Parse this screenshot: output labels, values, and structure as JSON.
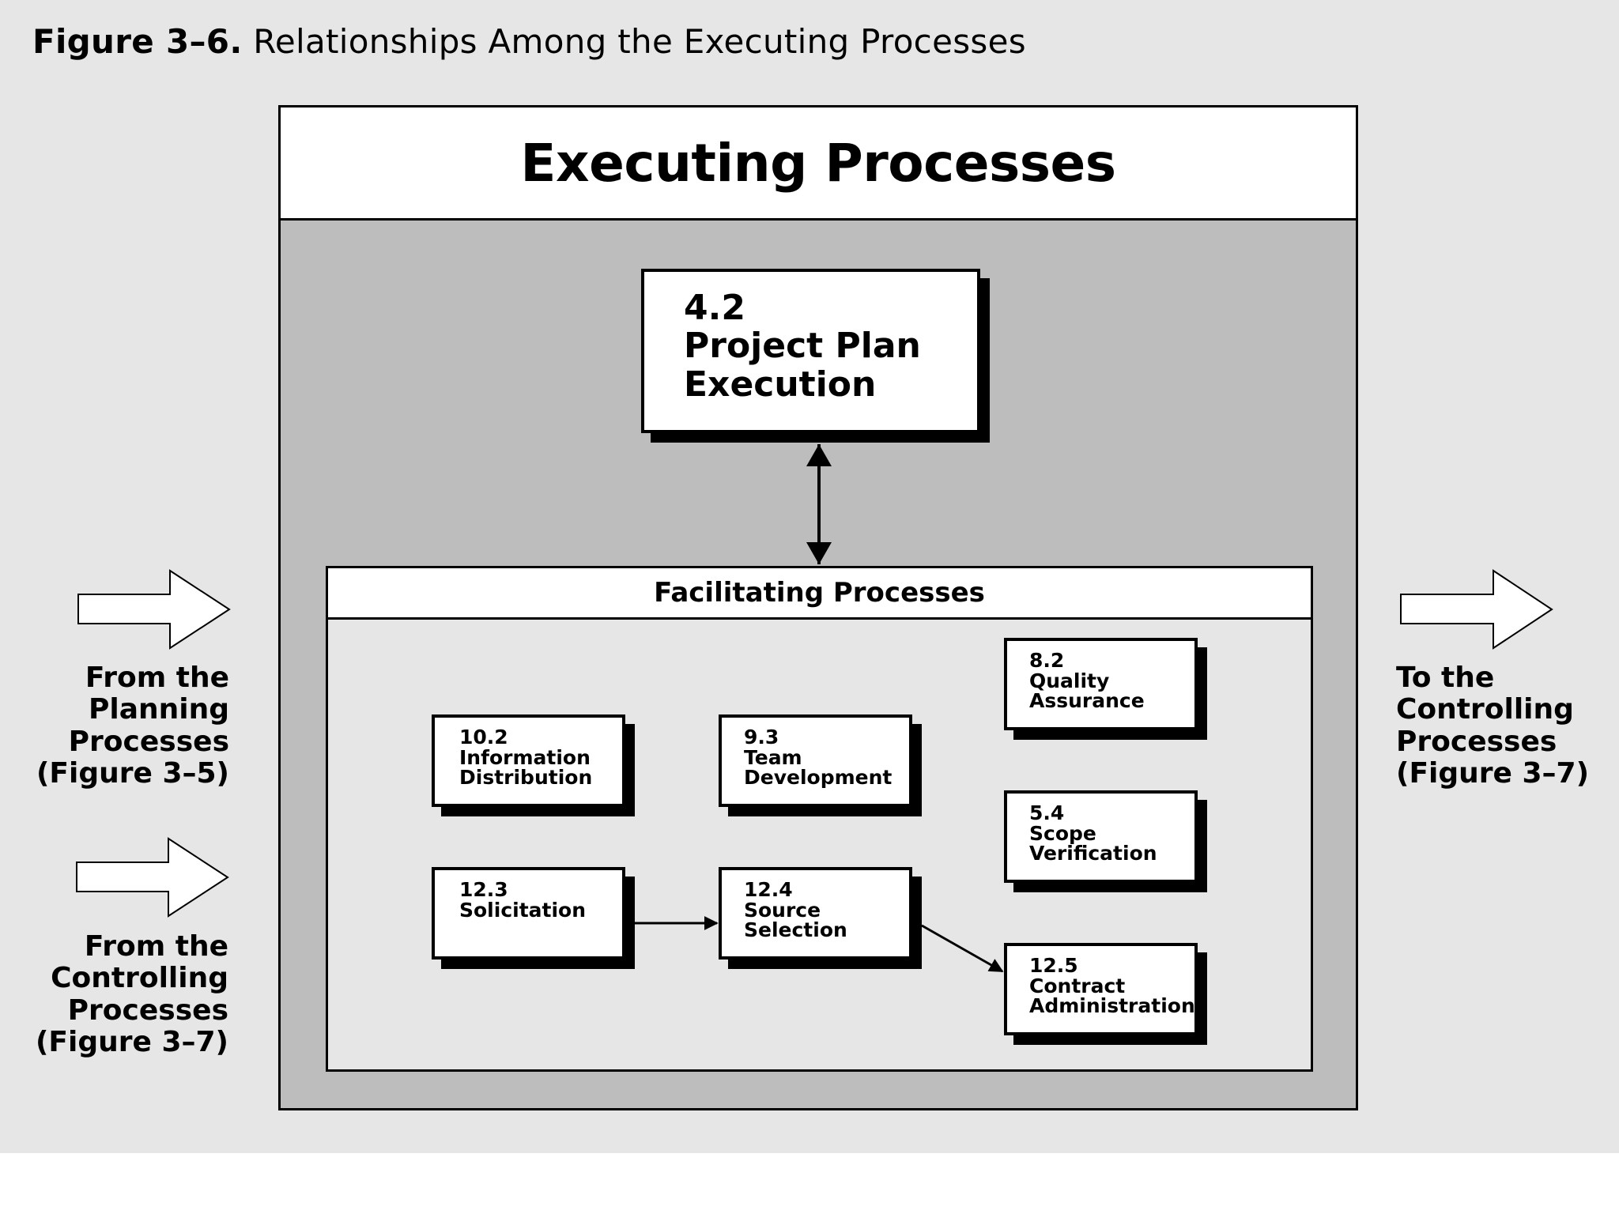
{
  "caption": {
    "figure_number": "Figure 3–6.",
    "title": "Relationships Among the Executing Processes"
  },
  "executing": {
    "title": "Executing Processes",
    "core_process": {
      "number": "4.2",
      "name_line1": "Project Plan",
      "name_line2": "Execution"
    }
  },
  "facilitating": {
    "title": "Facilitating Processes",
    "processes": [
      {
        "number": "10.2",
        "line1": "Information",
        "line2": "Distribution"
      },
      {
        "number": "9.3",
        "line1": "Team",
        "line2": "Development"
      },
      {
        "number": "8.2",
        "line1": "Quality",
        "line2": "Assurance"
      },
      {
        "number": "5.4",
        "line1": "Scope",
        "line2": "Verification"
      },
      {
        "number": "12.3",
        "line1": "Solicitation",
        "line2": ""
      },
      {
        "number": "12.4",
        "line1": "Source",
        "line2": "Selection"
      },
      {
        "number": "12.5",
        "line1": "Contract",
        "line2": "Administration"
      }
    ]
  },
  "inputs": [
    {
      "line1": "From the",
      "line2": "Planning",
      "line3": "Processes",
      "line4": "(Figure 3–5)"
    },
    {
      "line1": "From the",
      "line2": "Controlling",
      "line3": "Processes",
      "line4": "(Figure 3–7)"
    }
  ],
  "output": {
    "line1": "To the",
    "line2": "Controlling",
    "line3": "Processes",
    "line4": "(Figure 3–7)"
  }
}
